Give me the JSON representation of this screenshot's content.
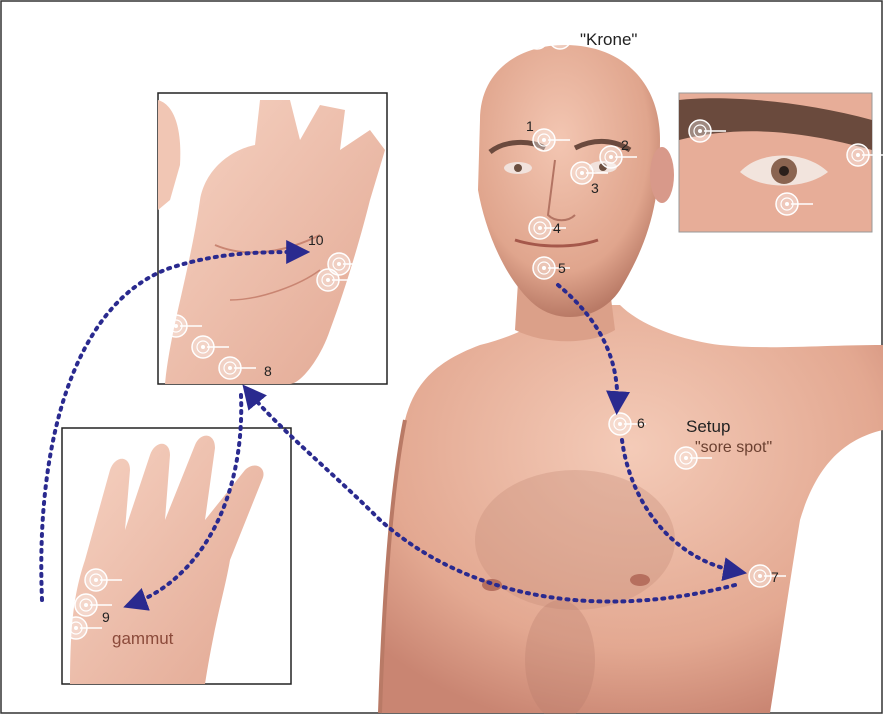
{
  "labels": {
    "crown": "\"Krone\"",
    "p1": "1",
    "p2": "2",
    "p3": "3",
    "p4": "4",
    "p5": "5",
    "p6": "6",
    "p7": "7",
    "p8": "8",
    "p9": "9",
    "p10": "10",
    "setup_title": "Setup",
    "setup_sub": "\"sore spot\"",
    "gammut": "gammut"
  },
  "colors": {
    "arrow": "#2a2a8f",
    "skin": "#eab49e",
    "skin_shadow": "#c98572",
    "marker": "#ffffff",
    "frame": "#222222"
  },
  "icons": [
    "tapping-point-marker-icon"
  ]
}
